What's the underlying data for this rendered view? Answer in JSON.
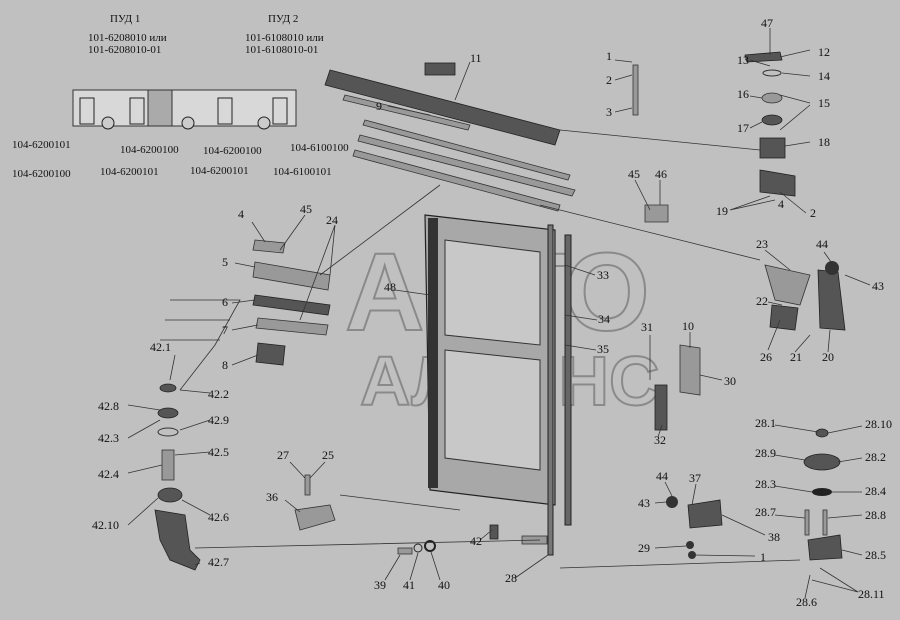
{
  "watermark": [
    "АВТО",
    "АЛЬЯНС"
  ],
  "header": {
    "pud1": {
      "title": "ПУД 1",
      "line1": "101-6208010 или",
      "line2": "101-6208010-01"
    },
    "pud2": {
      "title": "ПУД 2",
      "line1": "101-6108010 или",
      "line2": "101-6108010-01"
    }
  },
  "codes": [
    "104-6200101",
    "104-6200100",
    "104-6200100",
    "104-6100100",
    "104-6200100",
    "104-6200101",
    "104-6200101",
    "104-6100101"
  ],
  "labels": [
    "11",
    "1",
    "2",
    "3",
    "9",
    "47",
    "12",
    "13",
    "14",
    "16",
    "15",
    "17",
    "18",
    "45",
    "46",
    "19",
    "4",
    "2",
    "4",
    "45",
    "24",
    "5",
    "23",
    "44",
    "43",
    "33",
    "48",
    "6",
    "22",
    "7",
    "34",
    "31",
    "10",
    "35",
    "26",
    "21",
    "20",
    "42.1",
    "8",
    "30",
    "42.2",
    "42.8",
    "42.9",
    "42.3",
    "32",
    "28.1",
    "28.10",
    "42.5",
    "28.9",
    "28.2",
    "42.4",
    "27",
    "25",
    "44",
    "37",
    "28.3",
    "28.4",
    "36",
    "43",
    "42.6",
    "42.10",
    "28.7",
    "28.8",
    "38",
    "42",
    "29",
    "1",
    "28.5",
    "42.7",
    "28",
    "39",
    "41",
    "40",
    "28.6",
    "28.11"
  ]
}
